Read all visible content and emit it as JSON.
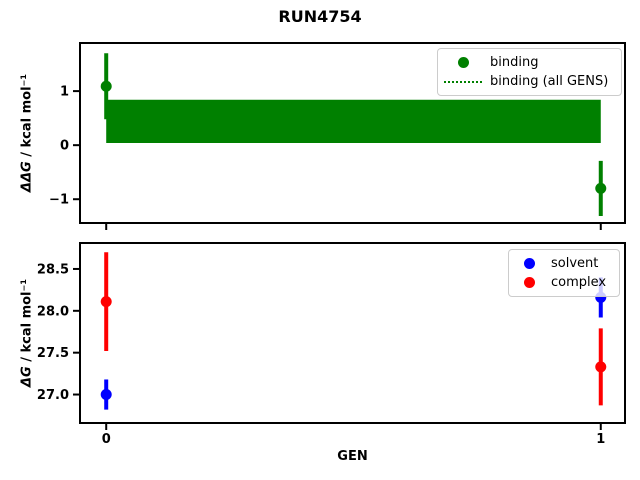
{
  "figure": {
    "title": "RUN4754",
    "background": "#ffffff"
  },
  "chart_data": [
    {
      "type": "scatter",
      "subplot": "top",
      "ylabel_math": "ΔΔG",
      "ylabel_rest": " / kcal mol⁻¹",
      "ylabel": "ΔΔG / kcal mol⁻¹",
      "xlim": [
        -0.053,
        1.049
      ],
      "ylim": [
        -1.44,
        1.89
      ],
      "yticks": [
        -1,
        0,
        1
      ],
      "yticklabels": [
        "−1",
        "0",
        "1"
      ],
      "xticks": [
        0,
        1
      ],
      "xticklabels": [],
      "grid": false,
      "legend_position": "upper right",
      "series": [
        {
          "name": "binding",
          "color": "#008000",
          "marker": "circle",
          "x": [
            0,
            1
          ],
          "y": [
            1.09,
            -0.8
          ],
          "yerr": [
            0.61,
            0.51
          ]
        }
      ],
      "band": {
        "name": "binding (all GENS)",
        "color": "#008000",
        "x": [
          0,
          1
        ],
        "y_low": 0.04,
        "y_high": 0.84,
        "center": 0.44,
        "linestyle": "dotted"
      },
      "legend": [
        {
          "label": "binding",
          "glyph": "dot",
          "color": "#008000"
        },
        {
          "label": "binding (all GENS)",
          "glyph": "dotted-line",
          "color": "#008000"
        }
      ]
    },
    {
      "type": "scatter",
      "subplot": "bottom",
      "xlabel": "GEN",
      "ylabel_math": "ΔG",
      "ylabel_rest": " / kcal mol⁻¹",
      "ylabel": "ΔG / kcal mol⁻¹",
      "xlim": [
        -0.053,
        1.049
      ],
      "ylim": [
        26.66,
        28.81
      ],
      "yticks": [
        27.0,
        27.5,
        28.0,
        28.5
      ],
      "yticklabels": [
        "27.0",
        "27.5",
        "28.0",
        "28.5"
      ],
      "xticks": [
        0,
        1
      ],
      "xticklabels": [
        "0",
        "1"
      ],
      "grid": false,
      "legend_position": "upper right",
      "series": [
        {
          "name": "solvent",
          "color": "#0000ff",
          "marker": "circle",
          "x": [
            0,
            1
          ],
          "y": [
            27.0,
            28.16
          ],
          "yerr": [
            0.18,
            0.24
          ]
        },
        {
          "name": "complex",
          "color": "#ff0000",
          "marker": "circle",
          "x": [
            0,
            1
          ],
          "y": [
            28.11,
            27.33
          ],
          "yerr": [
            0.59,
            0.46
          ]
        }
      ],
      "legend": [
        {
          "label": "solvent",
          "glyph": "dot",
          "color": "#0000ff"
        },
        {
          "label": "complex",
          "glyph": "dot",
          "color": "#ff0000"
        }
      ]
    }
  ]
}
